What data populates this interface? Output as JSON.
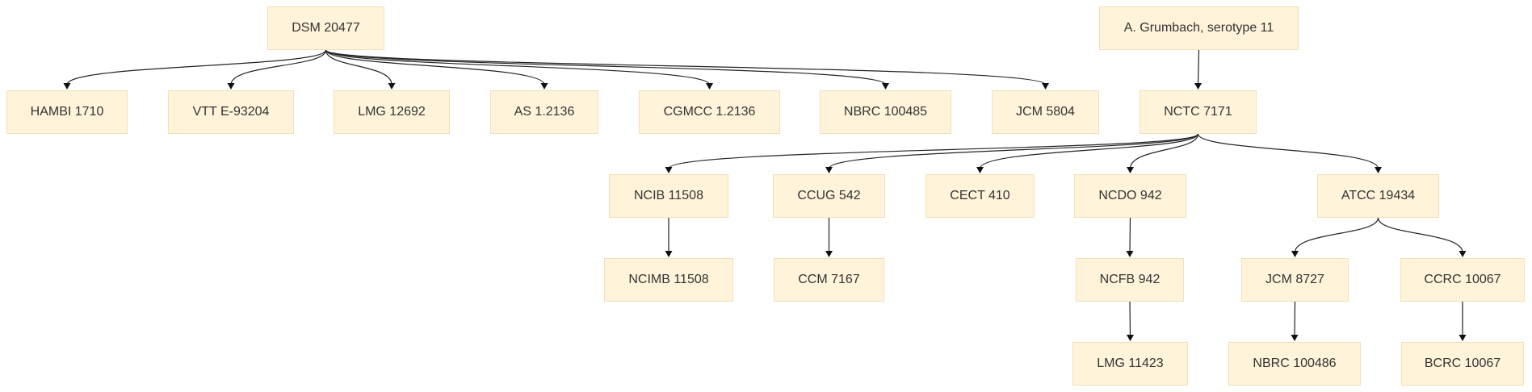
{
  "diagram": {
    "nodes": {
      "dsm20477": "DSM 20477",
      "grumbach": "A. Grumbach, serotype 11",
      "hambi1710": "HAMBI 1710",
      "vtte93204": "VTT E-93204",
      "lmg12692": "LMG 12692",
      "as12136": "AS 1.2136",
      "cgmcc12136": "CGMCC 1.2136",
      "nbrc100485": "NBRC 100485",
      "jcm5804": "JCM 5804",
      "nctc7171": "NCTC 7171",
      "ncib11508": "NCIB 11508",
      "ccug542": "CCUG 542",
      "cect410": "CECT 410",
      "ncdo942": "NCDO 942",
      "atcc19434": "ATCC 19434",
      "ncimb11508": "NCIMB 11508",
      "ccm7167": "CCM 7167",
      "ncfb942": "NCFB 942",
      "jcm8727": "JCM 8727",
      "ccrc10067": "CCRC 10067",
      "lmg11423": "LMG 11423",
      "nbrc100486": "NBRC 100486",
      "bcrc10067": "BCRC 10067"
    },
    "edges": [
      [
        "dsm20477",
        "hambi1710"
      ],
      [
        "dsm20477",
        "vtte93204"
      ],
      [
        "dsm20477",
        "lmg12692"
      ],
      [
        "dsm20477",
        "as12136"
      ],
      [
        "dsm20477",
        "cgmcc12136"
      ],
      [
        "dsm20477",
        "nbrc100485"
      ],
      [
        "dsm20477",
        "jcm5804"
      ],
      [
        "grumbach",
        "nctc7171"
      ],
      [
        "nctc7171",
        "ncib11508"
      ],
      [
        "nctc7171",
        "ccug542"
      ],
      [
        "nctc7171",
        "cect410"
      ],
      [
        "nctc7171",
        "ncdo942"
      ],
      [
        "nctc7171",
        "atcc19434"
      ],
      [
        "ncib11508",
        "ncimb11508"
      ],
      [
        "ccug542",
        "ccm7167"
      ],
      [
        "ncdo942",
        "ncfb942"
      ],
      [
        "atcc19434",
        "jcm8727"
      ],
      [
        "atcc19434",
        "ccrc10067"
      ],
      [
        "ncfb942",
        "lmg11423"
      ],
      [
        "jcm8727",
        "nbrc100486"
      ],
      [
        "ccrc10067",
        "bcrc10067"
      ]
    ]
  }
}
